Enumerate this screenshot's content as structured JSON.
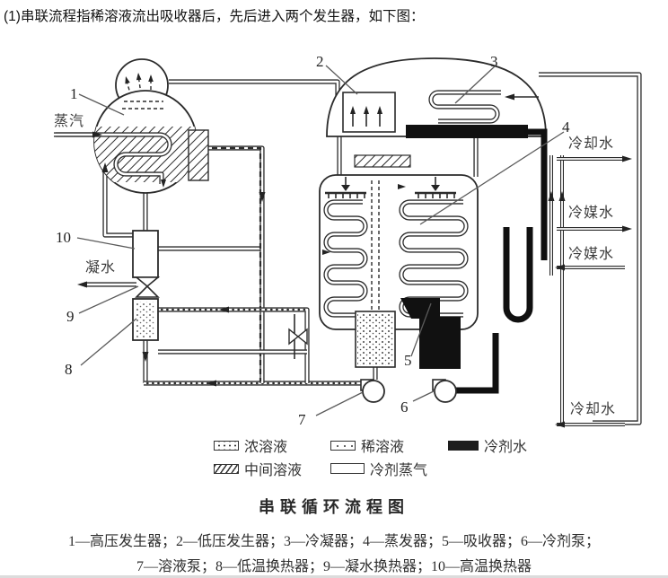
{
  "page": {
    "intro": "(1)串联流程指稀溶液流出吸收器后，先后进入两个发生器，如下图：",
    "figure_title": "串联循环流程图",
    "caption_line1": "1—高压发生器；2—低压发生器；3—冷凝器；4—蒸发器；5—吸收器；6—冷剂泵；",
    "caption_line2": "7—溶液泵；8—低温换热器；9—凝水换热器；10—高温换热器"
  },
  "diagram": {
    "markers": [
      "1",
      "2",
      "3",
      "4",
      "5",
      "6",
      "7",
      "8",
      "9",
      "10"
    ],
    "flows": {
      "steam_in": "蒸汽",
      "condensate_out": "凝水",
      "cooling_water_out": "冷却水",
      "refrigerant_water_out": "冷媒水",
      "refrigerant_water_in": "冷媒水",
      "cooling_water_in": "冷却水"
    },
    "legend": [
      {
        "label": "浓溶液",
        "pattern": "dotted-box"
      },
      {
        "label": "稀溶液",
        "pattern": "sparse-dotted-box"
      },
      {
        "label": "冷剂水",
        "pattern": "solid-black"
      },
      {
        "label": "中间溶液",
        "pattern": "diagonal-hatch"
      },
      {
        "label": "冷剂蒸气",
        "pattern": "empty-box"
      }
    ],
    "components": [
      {
        "no": "1",
        "name": "高压发生器"
      },
      {
        "no": "2",
        "name": "低压发生器"
      },
      {
        "no": "3",
        "name": "冷凝器"
      },
      {
        "no": "4",
        "name": "蒸发器"
      },
      {
        "no": "5",
        "name": "吸收器"
      },
      {
        "no": "6",
        "name": "冷剂泵"
      },
      {
        "no": "7",
        "name": "溶液泵"
      },
      {
        "no": "8",
        "name": "低温换热器"
      },
      {
        "no": "9",
        "name": "凝水换热器"
      },
      {
        "no": "10",
        "name": "高温换热器"
      }
    ]
  },
  "colors": {
    "ink": "#1c1c1c",
    "line": "#2b2b2b",
    "divider": "#dcdcdc"
  }
}
